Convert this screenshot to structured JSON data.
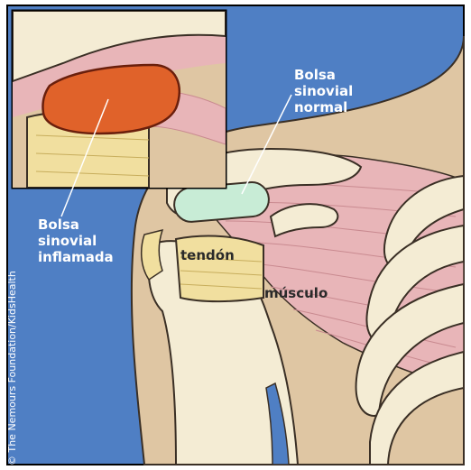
{
  "labels": {
    "normal_bursa": [
      "Bolsa",
      "sinovial",
      "normal"
    ],
    "inflamed_bursa": [
      "Bolsa",
      "sinovial",
      "inflamada"
    ],
    "tendon": "tendón",
    "muscle": "músculo"
  },
  "credit": "© The Nemours Foundation/KidsHealth",
  "colors": {
    "background": "#4f7fc4",
    "bone": "#f4ecd4",
    "bone_outline": "#3a2f25",
    "skin": "#dfc6a3",
    "muscle": "#e8b5b8",
    "muscle_lines": "#c98a90",
    "tendon": "#f1df9f",
    "bursa_normal": "#c8ecd6",
    "bursa_inflamed": "#e0622a"
  }
}
